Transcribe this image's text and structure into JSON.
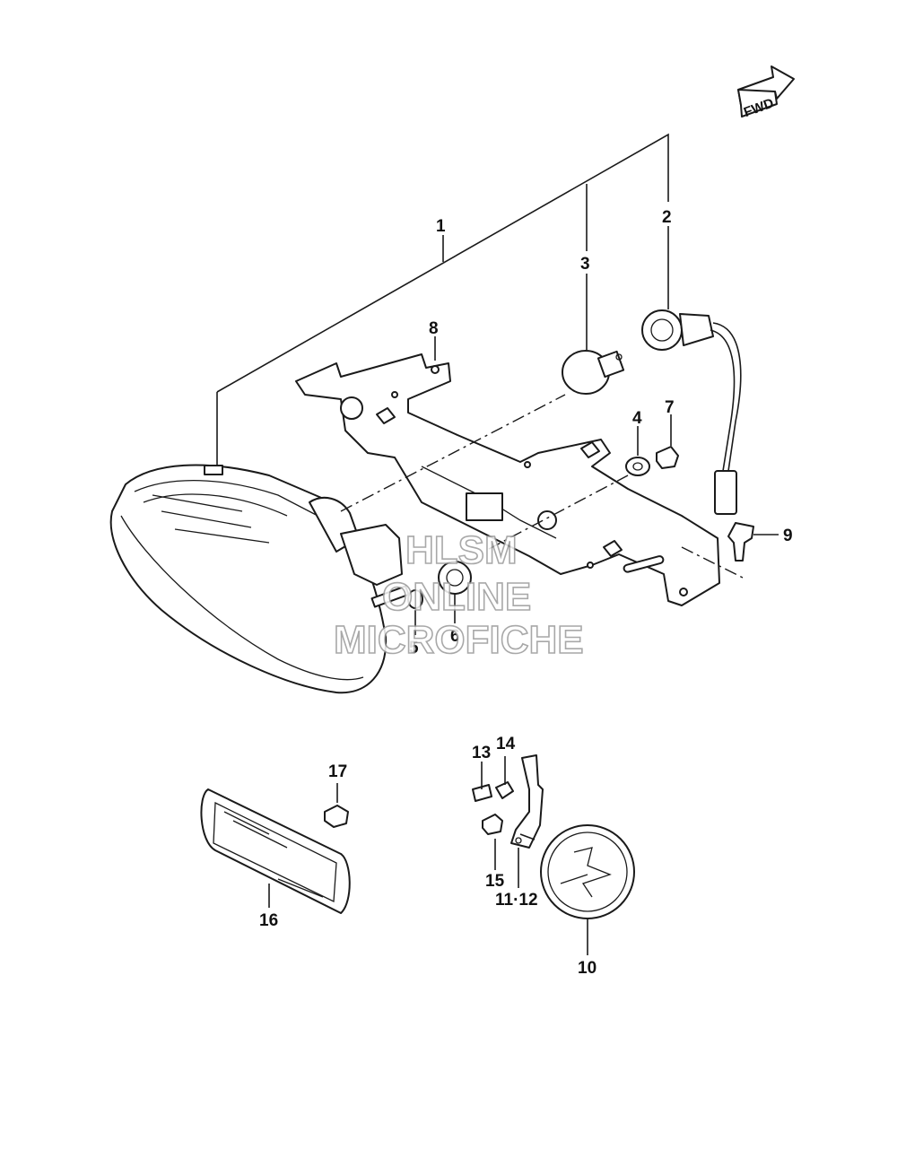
{
  "fwd_label": "FWD",
  "callouts": {
    "c1": "1",
    "c2": "2",
    "c3": "3",
    "c4": "4",
    "c5": "5",
    "c6": "6",
    "c7": "7",
    "c8": "8",
    "c9": "9",
    "c10": "10",
    "c11_12": "11·12",
    "c13": "13",
    "c14": "14",
    "c15": "15",
    "c16": "16",
    "c17": "17"
  },
  "watermark": {
    "line1": "HLSM",
    "line2": "ONLINE",
    "line3": "MICROFICHE"
  },
  "colors": {
    "ink": "#1a1a1a",
    "background": "#ffffff",
    "watermark": "#9a9a9a"
  }
}
